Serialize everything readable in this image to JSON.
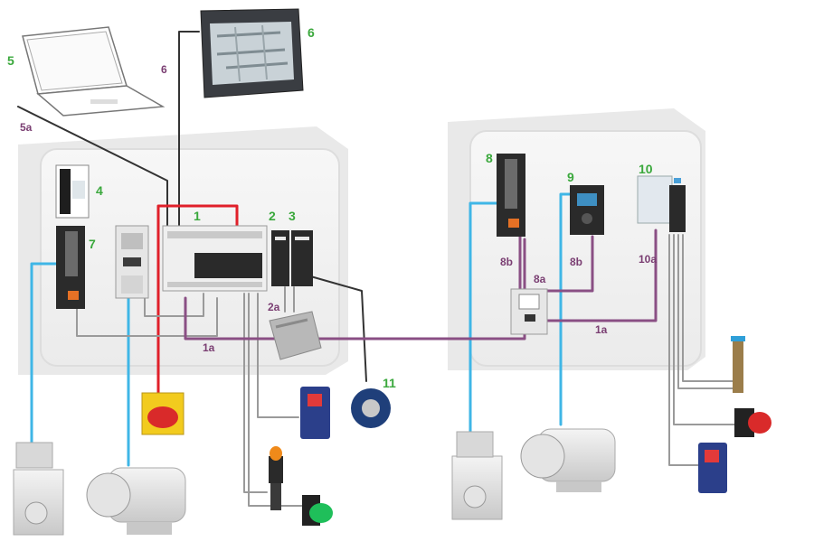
{
  "labels": {
    "n1": "1",
    "n2": "2",
    "n3": "3",
    "n4": "4",
    "n5": "5",
    "n6": "6",
    "n7": "7",
    "n8": "8",
    "n9": "9",
    "n10": "10",
    "n11": "11",
    "s5a": "5a",
    "s6": "6",
    "s2a": "2a",
    "s1a_left": "1a",
    "s1a_right": "1a",
    "s8a": "8a",
    "s8b_left": "8b",
    "s8b_right": "8b",
    "s10a": "10a"
  },
  "colors": {
    "label_green": "#3aa83c",
    "label_purple": "#7a3e72",
    "bus_purple": "#8a4f84",
    "cable_blue": "#3fb6e6",
    "cable_red": "#e0202a",
    "cable_dark": "#333333",
    "cable_grey": "#9a9a9a",
    "cabinet_fill": "#f1f1f1",
    "cabinet_edge": "#e2e2e2"
  },
  "icons": {
    "laptop": "laptop-icon",
    "hmi": "touchscreen-hmi-icon",
    "plc": "plc-controller-icon",
    "power": "power-supply-icon",
    "servo": "servo-drive-icon",
    "starter": "motor-starter-icon",
    "io": "io-module-icon",
    "estop": "emergency-stop-icon",
    "sensor": "photoelectric-sensor-icon",
    "encoder": "rotary-encoder-icon",
    "beacon": "signal-beacon-icon",
    "pushbutton": "pushbutton-icon",
    "motor": "electric-motor-icon",
    "servomotor": "servo-motor-icon",
    "hub": "network-hub-icon",
    "prox": "proximity-sensor-icon"
  }
}
